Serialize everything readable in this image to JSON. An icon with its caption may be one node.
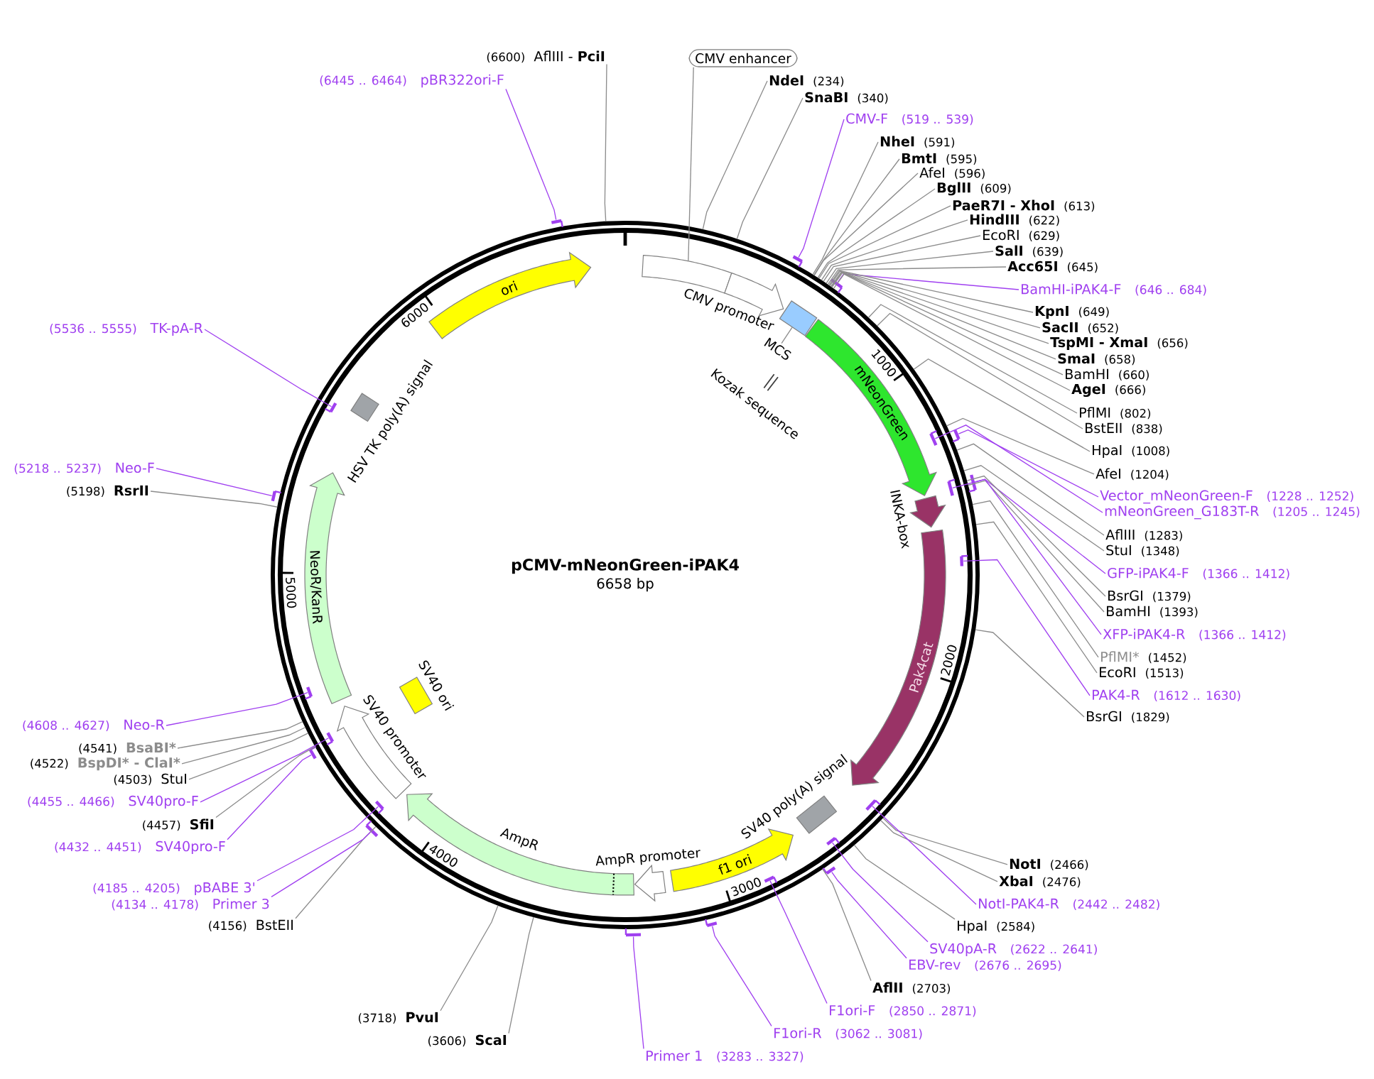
{
  "diagram": {
    "nodes": [
      {
        "text": [
          "pCMV-mNeonGreen-iPAK4",
          "6658 bp"
        ]
      },
      {
        "text": [
          "CMV enhancer"
        ]
      },
      {
        "text": [],
        "shape": "bar",
        "in": 0
      },
      {
        "text": [
          "CMV promoter"
        ],
        "in": 0
      },
      {
        "text": [],
        "shape": "box",
        "in": 0
      },
      {
        "text": [
          "MCS"
        ],
        "in": 0
      },
      {
        "text": [
          "Kozak sequence"
        ],
        "in": 0
      },
      {
        "text": [
          "mNeonGreen"
        ],
        "in": 0
      },
      {
        "text": [
          "INKA-box"
        ],
        "in": 0
      },
      {
        "text": [
          "Pak4cat"
        ],
        "in": 0
      },
      {
        "text": [
          "SV40 poly(A) signal"
        ],
        "in": 0
      },
      {
        "text": [
          "f1 ori"
        ],
        "in": 0
      },
      {
        "text": [
          "AmpR promoter"
        ],
        "in": 0
      },
      {
        "text": [
          "AmpR"
        ],
        "in": 0
      },
      {
        "text": [
          "SV40 promoter"
        ],
        "in": 0
      },
      {
        "text": [
          "SV40 ori"
        ],
        "in": 0
      },
      {
        "text": [
          "NeoR/KanR"
        ],
        "in": 0
      },
      {
        "text": [
          "HSV TK poly(A) signal"
        ],
        "in": 0
      },
      {
        "text": [
          "ori"
        ],
        "in": 0
      },
      {
        "text": [
          "NdeI",
          "(234)"
        ]
      },
      {
        "text": [
          "SnaBI",
          "(340)"
        ]
      },
      {
        "text": [
          "CMV-F",
          "(519 .. 539)"
        ]
      },
      {
        "text": [],
        "shape": "bar"
      },
      {
        "text": [
          "NheI",
          "(591)"
        ]
      },
      {
        "text": [
          "BmtI",
          "(595)"
        ]
      },
      {
        "text": [
          "AfeI",
          "(596)"
        ]
      },
      {
        "text": [
          "BglII",
          "(609)"
        ]
      },
      {
        "text": [
          "PaeR7I - XhoI",
          "(613)"
        ]
      },
      {
        "text": [
          "HindIII",
          "(622)"
        ]
      },
      {
        "text": [
          "EcoRI",
          "(629)"
        ]
      },
      {
        "text": [
          "SalI",
          "(639)"
        ]
      },
      {
        "text": [
          "Acc65I",
          "(645)"
        ]
      },
      {
        "text": [
          "BamHI-iPAK4-F",
          "(646 .. 684)"
        ]
      },
      {
        "text": [],
        "shape": "bar"
      },
      {
        "text": [
          "KpnI",
          "(649)"
        ]
      },
      {
        "text": [
          "SacII",
          "(652)"
        ]
      },
      {
        "text": [
          "TspMI - XmaI",
          "(656)"
        ]
      },
      {
        "text": [
          "SmaI",
          "(658)"
        ]
      },
      {
        "text": [
          "BamHI",
          "(660)"
        ]
      },
      {
        "text": [
          "AgeI",
          "(666)"
        ]
      },
      {
        "text": [
          "PflMI",
          "(802)"
        ]
      },
      {
        "text": [
          "BstEII",
          "(838)"
        ]
      },
      {
        "text": [
          "HpaI",
          "(1008)"
        ]
      },
      {
        "text": [
          "AfeI",
          "(1204)"
        ]
      },
      {
        "text": [
          "Vector_mNeonGreen-F",
          "(1228 .. 1252)"
        ]
      },
      {
        "text": [],
        "shape": "bar"
      },
      {
        "text": [
          "mNeonGreen_G183T-R",
          "(1205 .. 1245)"
        ]
      },
      {
        "text": [],
        "shape": "bar",
        "in": 0
      },
      {
        "text": [
          "AflIII",
          "(1283)"
        ]
      },
      {
        "text": [
          "StuI",
          "(1348)"
        ]
      },
      {
        "text": [
          "GFP-iPAK4-F",
          "(1366 .. 1412)"
        ]
      },
      {
        "text": [],
        "shape": "bar"
      },
      {
        "text": [
          "BsrGI",
          "(1379)"
        ]
      },
      {
        "text": [
          "BamHI",
          "(1393)"
        ]
      },
      {
        "text": [
          "XFP-iPAK4-R",
          "(1366 .. 1412)"
        ]
      },
      {
        "text": [],
        "shape": "bar",
        "in": 0
      },
      {
        "text": [
          "PflMI*",
          "(1452)"
        ]
      },
      {
        "text": [
          "EcoRI",
          "(1513)"
        ]
      },
      {
        "text": [
          "PAK4-R",
          "(1612 .. 1630)"
        ]
      },
      {
        "text": [],
        "shape": "bar",
        "in": 0
      },
      {
        "text": [
          "BsrGI",
          "(1829)"
        ]
      },
      {
        "text": [
          "NotI",
          "(2466)"
        ]
      },
      {
        "text": [
          "XbaI",
          "(2476)"
        ]
      },
      {
        "text": [
          "NotI-PAK4-R",
          "(2442 .. 2482)"
        ]
      },
      {
        "text": [],
        "shape": "bar",
        "in": 0
      },
      {
        "text": [
          "HpaI",
          "(2584)"
        ]
      },
      {
        "text": [
          "SV40pA-R",
          "(2622 .. 2641)"
        ]
      },
      {
        "text": [],
        "shape": "bar",
        "in": 0
      },
      {
        "text": [
          "EBV-rev",
          "(2676 .. 2695)"
        ]
      },
      {
        "text": [],
        "shape": "bar"
      },
      {
        "text": [
          "AflII",
          "(2703)"
        ]
      },
      {
        "text": [
          "F1ori-F",
          "(2850 .. 2871)"
        ]
      },
      {
        "text": [],
        "shape": "bar",
        "in": 0
      },
      {
        "text": [
          "F1ori-R",
          "(3062 .. 3081)"
        ]
      },
      {
        "text": [],
        "shape": "bar"
      },
      {
        "text": [
          "Primer 1",
          "(3283 .. 3327)"
        ]
      },
      {
        "text": [],
        "shape": "bar"
      },
      {
        "text": [
          "(3606)",
          "ScaI"
        ]
      },
      {
        "text": [
          "(3718)",
          "PvuI"
        ]
      },
      {
        "text": [
          "(4156)",
          "BstEII"
        ]
      },
      {
        "text": [
          "(4134 .. 4178)",
          "Primer 3"
        ]
      },
      {
        "text": [],
        "shape": "bar"
      },
      {
        "text": [
          "(4185 .. 4205)",
          "pBABE 3'"
        ]
      },
      {
        "text": [],
        "shape": "bar",
        "in": 0
      },
      {
        "text": [
          "(4432 .. 4451)",
          "SV40pro-F"
        ]
      },
      {
        "text": [],
        "shape": "bar"
      },
      {
        "text": [
          "(4457)",
          "SfiI"
        ]
      },
      {
        "text": [
          "(4455 .. 4466)",
          "SV40pro-F"
        ]
      },
      {
        "text": [],
        "shape": "bar",
        "in": 0
      },
      {
        "text": [
          "(4503)",
          "StuI"
        ]
      },
      {
        "text": [
          "(4522)",
          "BspDI* - ClaI*"
        ]
      },
      {
        "text": [
          "(4541)",
          "BsaBI*"
        ]
      },
      {
        "text": [
          "(4608 .. 4627)",
          "Neo-R"
        ]
      },
      {
        "text": [],
        "shape": "bar",
        "in": 0
      },
      {
        "text": [
          "(5198)",
          "RsrII"
        ]
      },
      {
        "text": [
          "(5218 .. 5237)",
          "Neo-F"
        ]
      },
      {
        "text": [],
        "shape": "bar"
      },
      {
        "text": [
          "(5536 .. 5555)",
          "TK-pA-R"
        ]
      },
      {
        "text": [],
        "shape": "bar",
        "in": 0
      },
      {
        "text": [
          "(6445 .. 6464)",
          "pBR322ori-F"
        ]
      },
      {
        "text": [],
        "shape": "bar"
      },
      {
        "text": [
          "(6600)",
          "AflIII - **PciI**"
        ]
      }
    ],
    "edges": [
      {
        "from": 1,
        "to": 2,
        "arrow": "none"
      },
      {
        "from": 5,
        "to": 4,
        "arrow": "none"
      },
      {
        "from": 19,
        "to": 0,
        "arrow": "none"
      },
      {
        "from": 20,
        "to": 0,
        "arrow": "none"
      },
      {
        "from": 21,
        "to": 22,
        "arrow": "none",
        "color": "#a040f0"
      },
      {
        "from": 23,
        "to": 0,
        "arrow": "none"
      },
      {
        "from": 24,
        "to": 0,
        "arrow": "none"
      },
      {
        "from": 25,
        "to": 0,
        "arrow": "none"
      },
      {
        "from": 26,
        "to": 0,
        "arrow": "none"
      },
      {
        "from": 27,
        "to": 0,
        "arrow": "none"
      },
      {
        "from": 28,
        "to": 0,
        "arrow": "none"
      },
      {
        "from": 29,
        "to": 0,
        "arrow": "none"
      },
      {
        "from": 30,
        "to": 0,
        "arrow": "none"
      },
      {
        "from": 31,
        "to": 0,
        "arrow": "none"
      },
      {
        "from": 32,
        "to": 33,
        "arrow": "none",
        "color": "#a040f0"
      },
      {
        "from": 34,
        "to": 0,
        "arrow": "none"
      },
      {
        "from": 35,
        "to": 0,
        "arrow": "none"
      },
      {
        "from": 36,
        "to": 0,
        "arrow": "none"
      },
      {
        "from": 37,
        "to": 0,
        "arrow": "none"
      },
      {
        "from": 38,
        "to": 0,
        "arrow": "none"
      },
      {
        "from": 39,
        "to": 0,
        "arrow": "none"
      },
      {
        "from": 40,
        "to": 0,
        "arrow": "none"
      },
      {
        "from": 41,
        "to": 0,
        "arrow": "none"
      },
      {
        "from": 42,
        "to": 0,
        "arrow": "none"
      },
      {
        "from": 43,
        "to": 0,
        "arrow": "none"
      },
      {
        "from": 44,
        "to": 45,
        "arrow": "none",
        "color": "#a040f0"
      },
      {
        "from": 46,
        "to": 47,
        "arrow": "none",
        "color": "#a040f0"
      },
      {
        "from": 48,
        "to": 0,
        "arrow": "none"
      },
      {
        "from": 49,
        "to": 0,
        "arrow": "none"
      },
      {
        "from": 50,
        "to": 51,
        "arrow": "none",
        "color": "#a040f0"
      },
      {
        "from": 52,
        "to": 0,
        "arrow": "none"
      },
      {
        "from": 53,
        "to": 0,
        "arrow": "none"
      },
      {
        "from": 54,
        "to": 55,
        "arrow": "none",
        "color": "#a040f0"
      },
      {
        "from": 56,
        "to": 0,
        "arrow": "none"
      },
      {
        "from": 57,
        "to": 0,
        "arrow": "none"
      },
      {
        "from": 58,
        "to": 59,
        "arrow": "none",
        "color": "#a040f0"
      },
      {
        "from": 60,
        "to": 0,
        "arrow": "none"
      },
      {
        "from": 61,
        "to": 0,
        "arrow": "none"
      },
      {
        "from": 62,
        "to": 0,
        "arrow": "none"
      },
      {
        "from": 63,
        "to": 64,
        "arrow": "none",
        "color": "#a040f0"
      },
      {
        "from": 65,
        "to": 0,
        "arrow": "none"
      },
      {
        "from": 66,
        "to": 67,
        "arrow": "none",
        "color": "#a040f0"
      },
      {
        "from": 68,
        "to": 69,
        "arrow": "none",
        "color": "#a040f0"
      },
      {
        "from": 70,
        "to": 0,
        "arrow": "none"
      },
      {
        "from": 71,
        "to": 72,
        "arrow": "none",
        "color": "#a040f0"
      },
      {
        "from": 73,
        "to": 74,
        "arrow": "none",
        "color": "#a040f0"
      },
      {
        "from": 75,
        "to": 76,
        "arrow": "none",
        "color": "#a040f0"
      },
      {
        "from": 77,
        "to": 0,
        "arrow": "none"
      },
      {
        "from": 78,
        "to": 0,
        "arrow": "none"
      },
      {
        "from": 79,
        "to": 0,
        "arrow": "none"
      },
      {
        "from": 80,
        "to": 81,
        "arrow": "none",
        "color": "#a040f0"
      },
      {
        "from": 82,
        "to": 83,
        "arrow": "none",
        "color": "#a040f0"
      },
      {
        "from": 84,
        "to": 85,
        "arrow": "none",
        "color": "#a040f0"
      },
      {
        "from": 86,
        "to": 0,
        "arrow": "none"
      },
      {
        "from": 87,
        "to": 88,
        "arrow": "none",
        "color": "#a040f0"
      },
      {
        "from": 89,
        "to": 0,
        "arrow": "none"
      },
      {
        "from": 90,
        "to": 0,
        "arrow": "none"
      },
      {
        "from": 91,
        "to": 0,
        "arrow": "none"
      },
      {
        "from": 92,
        "to": 93,
        "arrow": "none",
        "color": "#a040f0"
      },
      {
        "from": 94,
        "to": 0,
        "arrow": "none"
      },
      {
        "from": 95,
        "to": 96,
        "arrow": "none",
        "color": "#a040f0"
      },
      {
        "from": 97,
        "to": 98,
        "arrow": "none",
        "color": "#a040f0"
      },
      {
        "from": 99,
        "to": 100,
        "arrow": "none",
        "color": "#a040f0"
      },
      {
        "from": 101,
        "to": 0,
        "arrow": "none"
      }
    ],
    "labels": [
      "1000",
      "2000",
      "3000",
      "4000",
      "5000",
      "6000"
    ]
  }
}
